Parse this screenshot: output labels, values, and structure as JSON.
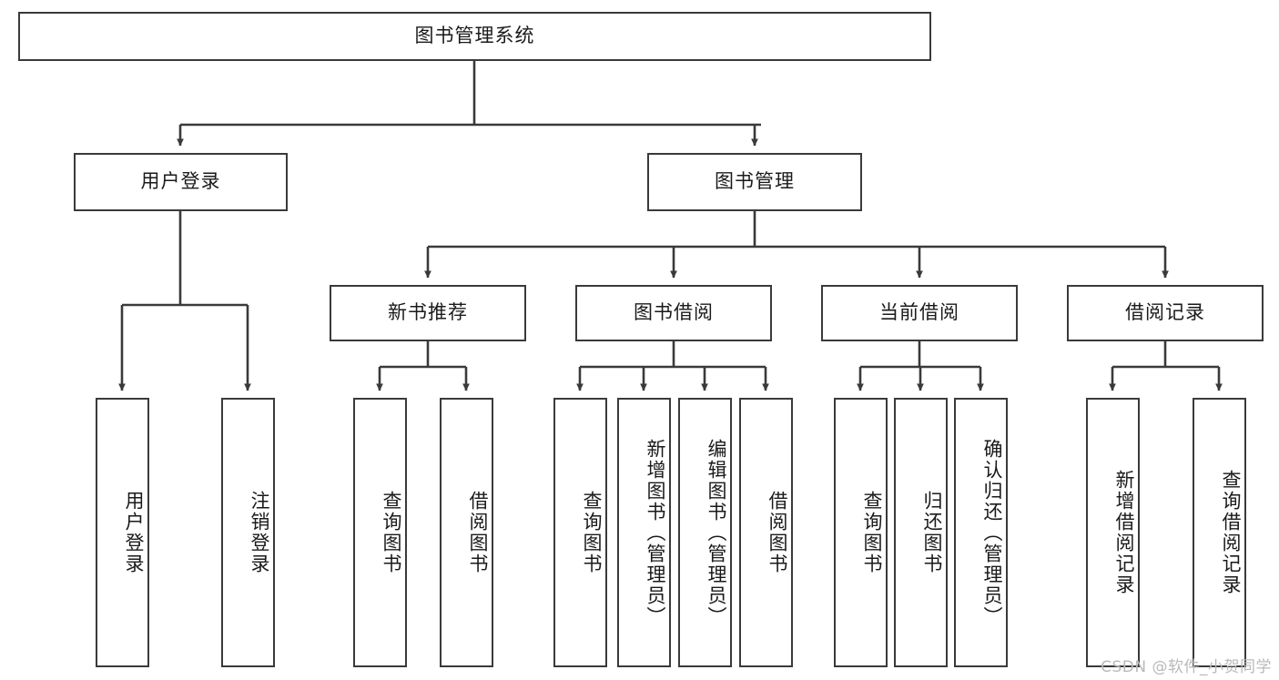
{
  "diagram": {
    "title": "图书管理系统",
    "type": "tree-hierarchy",
    "watermark": "CSDN @软件_小贺同学",
    "colors": {
      "stroke": "#3a3a3a",
      "fill": "#ffffff",
      "text": "#1a1a1a",
      "watermark": "#b9b9b9"
    },
    "levels": {
      "root": {
        "label": "图书管理系统"
      },
      "level2": [
        {
          "label": "用户登录"
        },
        {
          "label": "图书管理"
        }
      ],
      "level3": [
        {
          "label": "新书推荐"
        },
        {
          "label": "图书借阅"
        },
        {
          "label": "当前借阅"
        },
        {
          "label": "借阅记录"
        }
      ],
      "level4": [
        {
          "label": "用户登录",
          "parent": "用户登录"
        },
        {
          "label": "注销登录",
          "parent": "用户登录"
        },
        {
          "label": "查询图书",
          "parent": "新书推荐"
        },
        {
          "label": "借阅图书",
          "parent": "新书推荐"
        },
        {
          "label": "查询图书",
          "parent": "图书借阅"
        },
        {
          "label": "新增图书（管理员）",
          "parent": "图书借阅"
        },
        {
          "label": "编辑图书（管理员）",
          "parent": "图书借阅"
        },
        {
          "label": "借阅图书",
          "parent": "图书借阅"
        },
        {
          "label": "查询图书",
          "parent": "当前借阅"
        },
        {
          "label": "归还图书",
          "parent": "当前借阅"
        },
        {
          "label": "确认归还（管理员）",
          "parent": "当前借阅"
        },
        {
          "label": "新增借阅记录",
          "parent": "借阅记录"
        },
        {
          "label": "查询借阅记录",
          "parent": "借阅记录"
        }
      ]
    }
  }
}
